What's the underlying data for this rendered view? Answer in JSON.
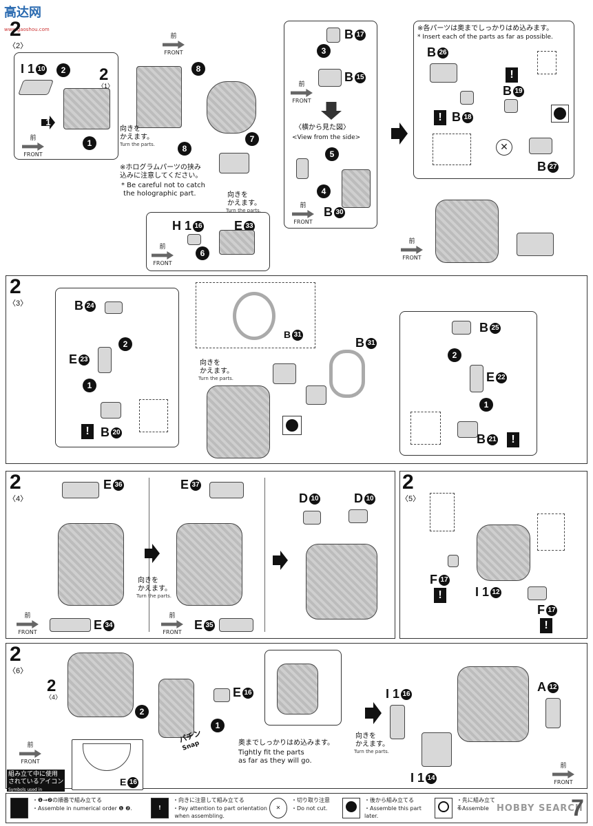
{
  "header": {
    "logo_text": "高达网",
    "logo_sub": "www.gaoshou.com",
    "watermark": "HOBBY SEARCH",
    "page_number": "7"
  },
  "front_badge": {
    "kanji": "前",
    "label": "FRONT"
  },
  "turn": {
    "jp": "向きを\nかえます。",
    "en": "Turn the parts."
  },
  "step_2_2": {
    "step": "2",
    "sub": "〈2〉",
    "ref_step": "2",
    "ref_sub": "〈1〉",
    "labels": {
      "I1": "I 1",
      "I1_n": "10",
      "H1": "H 1",
      "H1_n": "16",
      "E": "E",
      "E_n": "33"
    },
    "orders": [
      "1",
      "2",
      "1",
      "8",
      "8",
      "7",
      "6"
    ],
    "note_jp": "※ホログラムパーツの挟み\n込みに注意してください。",
    "note_en": "* Be careful not to catch\n the holographic part.",
    "side_view_jp": "〈横から見た図〉",
    "side_view_en": "<View from the side>",
    "side_labels": {
      "B17": "B",
      "B17_n": "17",
      "B15": "B",
      "B15_n": "15",
      "B30": "B",
      "B30_n": "30"
    },
    "side_orders": [
      "3",
      "5",
      "4"
    ],
    "insert_jp": "※各パーツは奥までしっかりはめ込みます。",
    "insert_en": "* Insert each of the parts as far as possible.",
    "right_labels": {
      "B26": "26",
      "B19": "19",
      "B18": "18",
      "B27": "27"
    }
  },
  "step_2_3": {
    "step": "2",
    "sub": "〈3〉",
    "labels": {
      "B24": "24",
      "E23": "23",
      "B20": "20",
      "B31": "31",
      "B25": "25",
      "E22": "22",
      "B21": "21"
    },
    "orders": [
      "2",
      "1",
      "2",
      "1"
    ]
  },
  "step_2_4": {
    "step": "2",
    "sub": "〈4〉",
    "labels": {
      "E36": "36",
      "E34": "34",
      "E37": "37",
      "E35": "35",
      "D10a": "10",
      "D10b": "10"
    }
  },
  "step_2_5": {
    "step": "2",
    "sub": "〈5〉",
    "labels": {
      "F17a": "17",
      "I12": "12",
      "F17b": "17"
    }
  },
  "step_2_6": {
    "step": "2",
    "sub": "〈6〉",
    "ref_step": "2",
    "ref_sub": "〈4〉",
    "labels": {
      "E16": "16",
      "E16b": "16",
      "I16": "16",
      "I14": "14",
      "A12": "12"
    },
    "orders": [
      "2",
      "1"
    ],
    "snap_jp": "パチン",
    "snap_en": "Snap",
    "tight_jp": "奥までしっかりはめ込みます。",
    "tight_en": "Tightly fit the parts\nas far as they will go."
  },
  "legend": {
    "title_jp": "組み立て中に使用\nされているアイコン",
    "title_en": "Symbols used in instructions",
    "items": [
      {
        "icon": "order-icon",
        "jp": "・❶→❷の順番で組み立てる",
        "en": "・Assemble in numerical order ❶ ❷."
      },
      {
        "icon": "warning-icon",
        "jp": "・向きに注意して組み立てる",
        "en": "・Pay attention to part orientation\n when assembling."
      },
      {
        "icon": "no-cut-icon",
        "jp": "・切り取り注意",
        "en": "・Do not cut."
      },
      {
        "icon": "later-icon",
        "jp": "・後から組み立てる",
        "en": "・Assemble this part later."
      },
      {
        "icon": "first-icon",
        "jp": "・先に組み立てる",
        "en": "・Assemble"
      }
    ]
  }
}
